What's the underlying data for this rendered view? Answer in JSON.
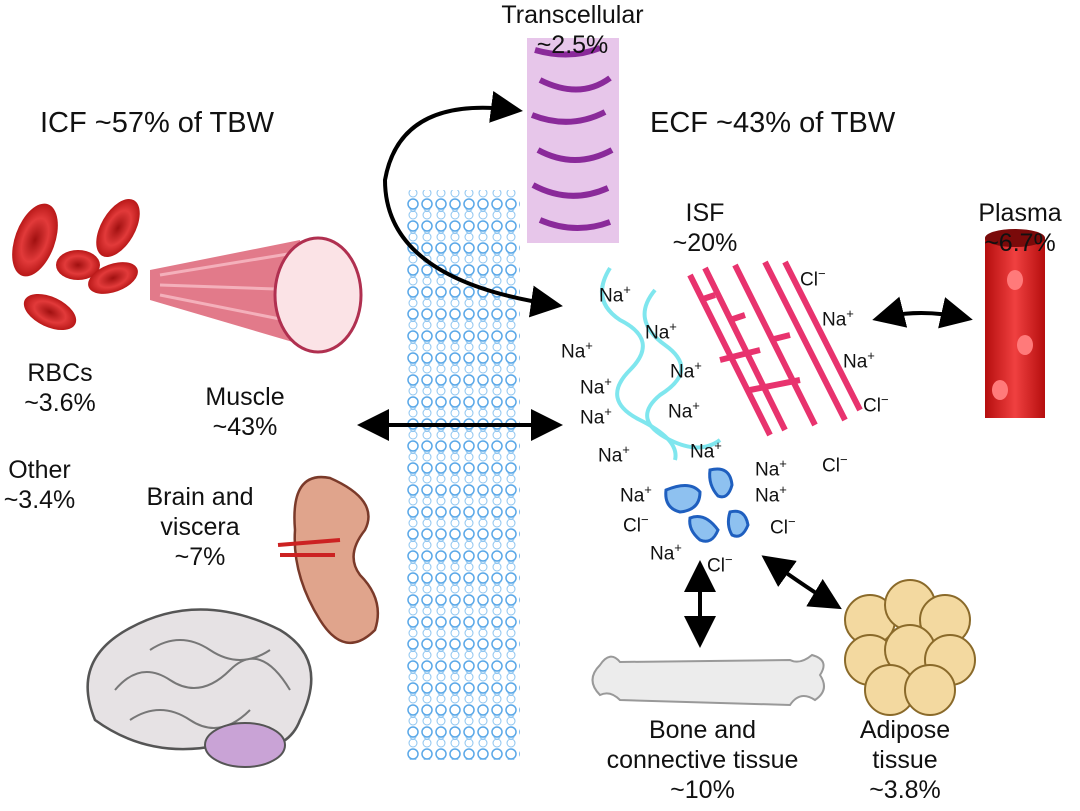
{
  "icf": {
    "label": "ICF ~57% of TBW"
  },
  "ecf": {
    "label": "ECF ~43% of TBW"
  },
  "compartments": {
    "transcellular": {
      "name": "Transcellular",
      "pct": "~2.5%"
    },
    "isf": {
      "name": "ISF",
      "pct": "~20%"
    },
    "plasma": {
      "name": "Plasma",
      "pct": "~6.7%"
    },
    "rbcs": {
      "name": "RBCs",
      "pct": "~3.6%"
    },
    "muscle": {
      "name": "Muscle",
      "pct": "~43%"
    },
    "other": {
      "name": "Other",
      "pct": "~3.4%"
    },
    "brain": {
      "name1": "Brain and",
      "name2": "viscera",
      "pct": "~7%"
    },
    "bone": {
      "name1": "Bone and",
      "name2": "connective tissue",
      "pct": "~10%"
    },
    "adipose": {
      "name1": "Adipose",
      "name2": "tissue",
      "pct": "~3.8%"
    }
  },
  "ions": {
    "sodium": "Na",
    "sodium_charge": "+",
    "chloride": "Cl",
    "chloride_charge": "−"
  },
  "colors": {
    "collagen": "#e8336e",
    "glycosaminoglycan": "#7fe6ee",
    "membrane": "#5aa8e8",
    "proteoglycan": "#4a8ad8",
    "arrow": "#000000"
  }
}
